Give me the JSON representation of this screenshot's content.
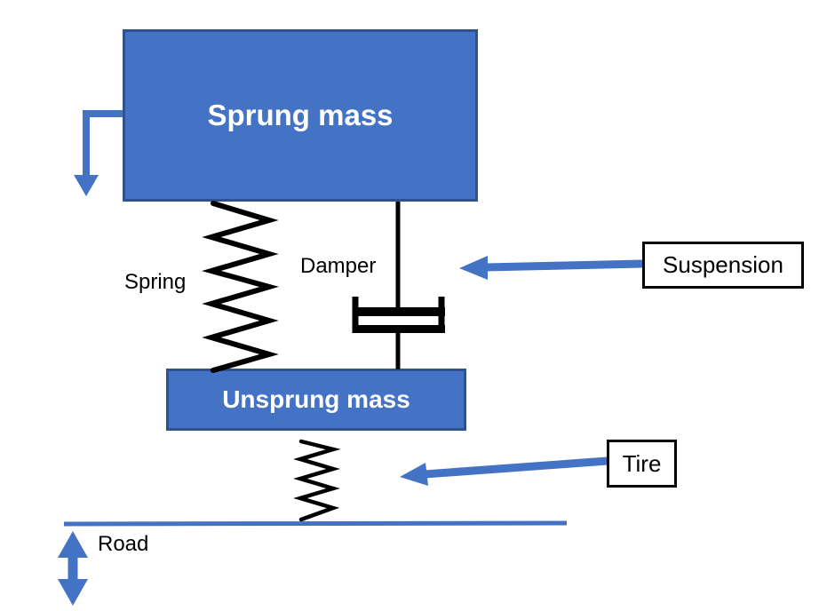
{
  "colors": {
    "accent_blue": "#4472C4",
    "box_border_blue": "#2F528F",
    "outline_black": "#000000",
    "box_text_white": "#FFFFFF",
    "background": "#FFFFFF"
  },
  "diagram": {
    "sprung_mass": {
      "label": "Sprung mass"
    },
    "unsprung_mass": {
      "label": "Unsprung mass"
    },
    "spring": {
      "label": "Spring"
    },
    "damper": {
      "label": "Damper"
    },
    "road": {
      "label": "Road"
    },
    "callouts": {
      "suspension": {
        "label": "Suspension"
      },
      "tire": {
        "label": "Tire"
      }
    },
    "icons": {
      "sprung_motion": "elbow-down-arrow-icon",
      "road_motion": "double-vertical-arrow-icon",
      "suspension_pointer": "left-arrow-icon",
      "tire_pointer": "left-arrow-icon"
    }
  }
}
